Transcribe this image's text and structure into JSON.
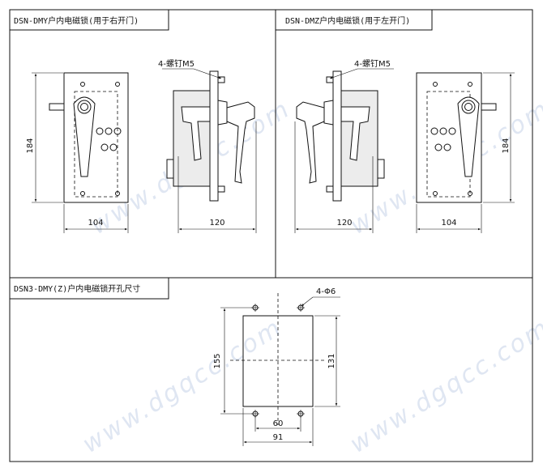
{
  "panels": {
    "right_door": {
      "title": "DSN-DMY户内电磁锁(用于右开门)",
      "height_dim": "184",
      "width_dim": "104",
      "side_dim": "120",
      "screw_note": "4-螺钉M5"
    },
    "left_door": {
      "title": "DSN-DMZ户内电磁锁(用于左开门)",
      "height_dim": "184",
      "width_dim": "104",
      "side_dim": "120",
      "screw_note": "4-螺钉M5"
    },
    "cutout": {
      "title": "DSN3-DMY(Z)户内电磁锁开孔尺寸",
      "hole_note": "4-Φ6",
      "height_outer": "155",
      "height_inner": "131",
      "width_inner": "60",
      "width_outer": "91"
    }
  },
  "watermark": "www.dgqcc.com"
}
